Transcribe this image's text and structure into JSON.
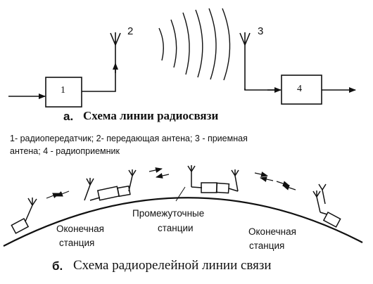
{
  "part_a": {
    "block1_label": "1",
    "block4_label": "4",
    "antenna2_label": "2",
    "antenna3_label": "3",
    "caption_letter": "а.",
    "caption_text": "Схема линии радиосвязи",
    "legend_line1": "1- радиопередатчик; 2- передающая антена; 3 - приемная",
    "legend_line2": "антена;  4 - радиоприемник"
  },
  "part_b": {
    "terminal_left_line1": "Оконечная",
    "terminal_left_line2": "станция",
    "intermediate_line1": "Промежуточные",
    "intermediate_line2": "станции",
    "terminal_right_line1": "Оконечная",
    "terminal_right_line2": "станция",
    "caption_letter": "б.",
    "caption_text": "Схема радиорелейной линии связи"
  }
}
